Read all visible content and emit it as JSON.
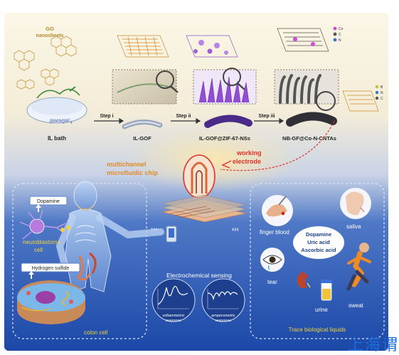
{
  "synthesis": {
    "go_label_line1": "GO",
    "go_label_line2": "nanosheets",
    "il_formula": "[BMIM]BF",
    "il_formula_sub": "4",
    "il_bath": "IL bath",
    "step1": "Step i",
    "step2": "Step ii",
    "step3": "Step iii",
    "product1": "IL-GOF",
    "product2": "IL-GOF@ZIF-67-NSs",
    "product3": "NB-GF@Co-N-CNTAs",
    "legend_top": [
      "Co",
      "C",
      "N"
    ],
    "legend_right": [
      "B",
      "N",
      "C"
    ]
  },
  "device": {
    "chip_line1": "multichannel",
    "chip_line2": "microfluidic chip",
    "electrode_line1": "working",
    "electrode_line2": "electrode"
  },
  "left_panel": {
    "dopamine": "Dopamine",
    "neuro_line1": "neuroblastoma",
    "neuro_line2": "cell",
    "h2s": "Hydrogen sulfide",
    "colon": "colon cell"
  },
  "center": {
    "sensing": "Electrochemical sensing",
    "volt_line1": "voltammetric",
    "volt_line2": "response",
    "amp_line1": "amperometric",
    "amp_line2": "response"
  },
  "right_panel": {
    "finger": "finger blood",
    "saliva": "saliva",
    "analyte1": "Dopamine",
    "analyte2": "Uric acid",
    "analyte3": "Ascorbic acid",
    "tear": "tear",
    "urine": "urine",
    "sweat": "sweat",
    "caption": "Trace biological liquids"
  },
  "watermark": "上海谓",
  "colors": {
    "accent_red": "#e0322a",
    "accent_orange": "#f08a24",
    "panel_blue": "#1c4fae"
  }
}
